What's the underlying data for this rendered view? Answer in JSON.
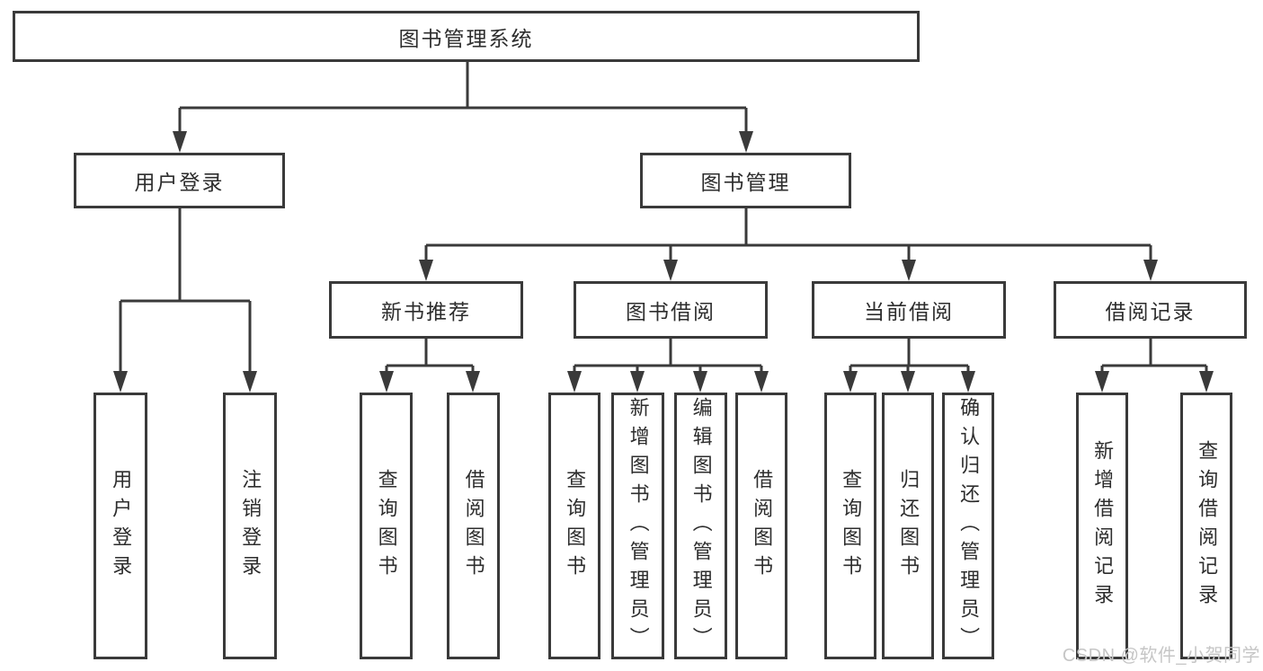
{
  "diagram": {
    "type": "hierarchy-tree",
    "title": "图书管理系统",
    "palette": {
      "line": "#3a3a3a",
      "box_border": "#3a3a3a",
      "box_background": "#ffffff",
      "text": "#2d2d2d",
      "watermark": "#c6c6c6",
      "page_background": "#ffffff"
    },
    "tree": {
      "root": {
        "label": "图书管理系统",
        "children": [
          {
            "label": "用户登录",
            "children": [
              {
                "label": "用户登录"
              },
              {
                "label": "注销登录"
              }
            ]
          },
          {
            "label": "图书管理",
            "children": [
              {
                "label": "新书推荐",
                "children": [
                  {
                    "label": "查询图书"
                  },
                  {
                    "label": "借阅图书"
                  }
                ]
              },
              {
                "label": "图书借阅",
                "children": [
                  {
                    "label": "查询图书"
                  },
                  {
                    "label": "新增图书（管理员）"
                  },
                  {
                    "label": "编辑图书（管理员）"
                  },
                  {
                    "label": "借阅图书"
                  }
                ]
              },
              {
                "label": "当前借阅",
                "children": [
                  {
                    "label": "查询图书"
                  },
                  {
                    "label": "归还图书"
                  },
                  {
                    "label": "确认归还（管理员）"
                  }
                ]
              },
              {
                "label": "借阅记录",
                "children": [
                  {
                    "label": "新增借阅记录"
                  },
                  {
                    "label": "查询借阅记录"
                  }
                ]
              }
            ]
          }
        ]
      }
    }
  },
  "watermark": {
    "text": "CSDN @软件_小贺同学"
  }
}
